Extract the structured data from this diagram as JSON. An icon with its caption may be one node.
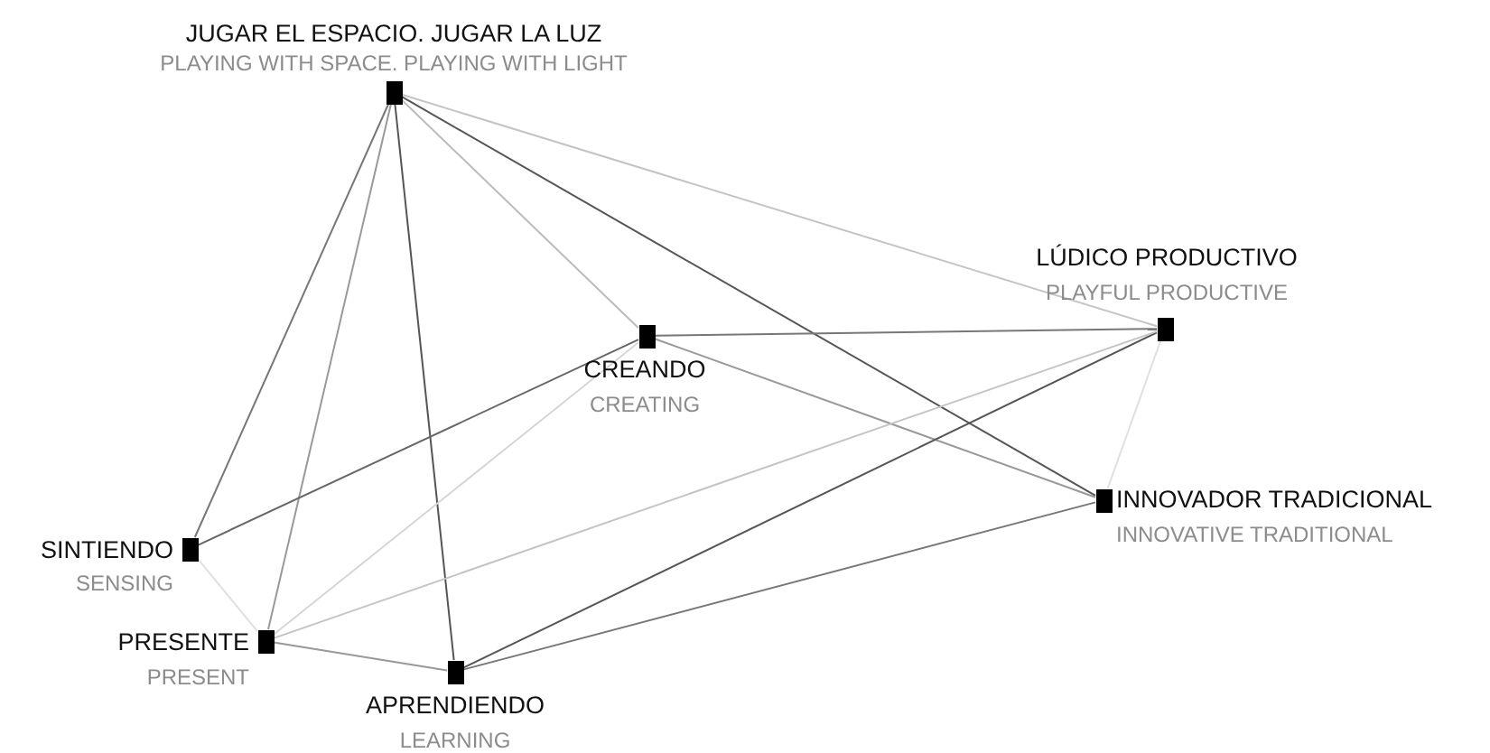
{
  "diagram": {
    "nodes": [
      {
        "text": [
          "JUGAR EL ESPACIO. JUGAR LA LUZ",
          "PLAYING WITH SPACE. PLAYING WITH LIGHT"
        ]
      },
      {
        "text": [
          "LÚDICO PRODUCTIVO",
          "PLAYFUL PRODUCTIVE"
        ]
      },
      {
        "text": [
          "CREANDO",
          "CREATING"
        ]
      },
      {
        "text": [
          "INNOVADOR TRADICIONAL",
          "INNOVATIVE TRADITIONAL"
        ]
      },
      {
        "text": [
          "SINTIENDO",
          "SENSING"
        ]
      },
      {
        "text": [
          "PRESENTE",
          "PRESENT"
        ]
      },
      {
        "text": [
          "APRENDIENDO",
          "LEARNING"
        ]
      }
    ],
    "edges": [
      {
        "from": 0,
        "to": 4,
        "arrow": "none",
        "color": "#777777"
      },
      {
        "from": 0,
        "to": 5,
        "arrow": "none",
        "color": "#999999"
      },
      {
        "from": 0,
        "to": 6,
        "arrow": "none",
        "color": "#555555"
      },
      {
        "from": 0,
        "to": 2,
        "arrow": "none",
        "color": "#bbbbbb"
      },
      {
        "from": 0,
        "to": 3,
        "arrow": "none",
        "color": "#555555"
      },
      {
        "from": 0,
        "to": 1,
        "arrow": "none",
        "color": "#c4c4c4"
      },
      {
        "from": 2,
        "to": 1,
        "arrow": "none",
        "color": "#777777"
      },
      {
        "from": 2,
        "to": 3,
        "arrow": "none",
        "color": "#999999"
      },
      {
        "from": 2,
        "to": 4,
        "arrow": "none",
        "color": "#666666"
      },
      {
        "from": 2,
        "to": 5,
        "arrow": "none",
        "color": "#d6d6d6"
      },
      {
        "from": 1,
        "to": 3,
        "arrow": "none",
        "color": "#e0e0e0"
      },
      {
        "from": 1,
        "to": 6,
        "arrow": "none",
        "color": "#555555"
      },
      {
        "from": 1,
        "to": 5,
        "arrow": "none",
        "color": "#c4c4c4"
      },
      {
        "from": 3,
        "to": 6,
        "arrow": "none",
        "color": "#777777"
      },
      {
        "from": 4,
        "to": 5,
        "arrow": "none",
        "color": "#e0e0e0"
      },
      {
        "from": 5,
        "to": 6,
        "arrow": "none",
        "color": "#999999"
      }
    ]
  }
}
